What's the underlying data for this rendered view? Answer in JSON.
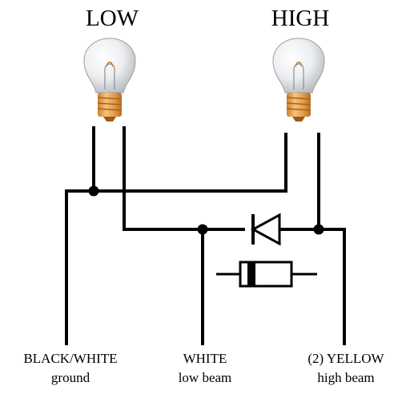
{
  "bulbs": [
    {
      "label": "LOW"
    },
    {
      "label": "HIGH"
    }
  ],
  "terminals": [
    {
      "line1": "BLACK/WHITE",
      "line2": "ground"
    },
    {
      "line1": "WHITE",
      "line2": "low beam"
    },
    {
      "line1": "(2) YELLOW",
      "line2": "high beam"
    }
  ],
  "colors": {
    "wire": "#000000",
    "bulb_glass": "#e8eaec",
    "bulb_base": "#e8a85a"
  }
}
